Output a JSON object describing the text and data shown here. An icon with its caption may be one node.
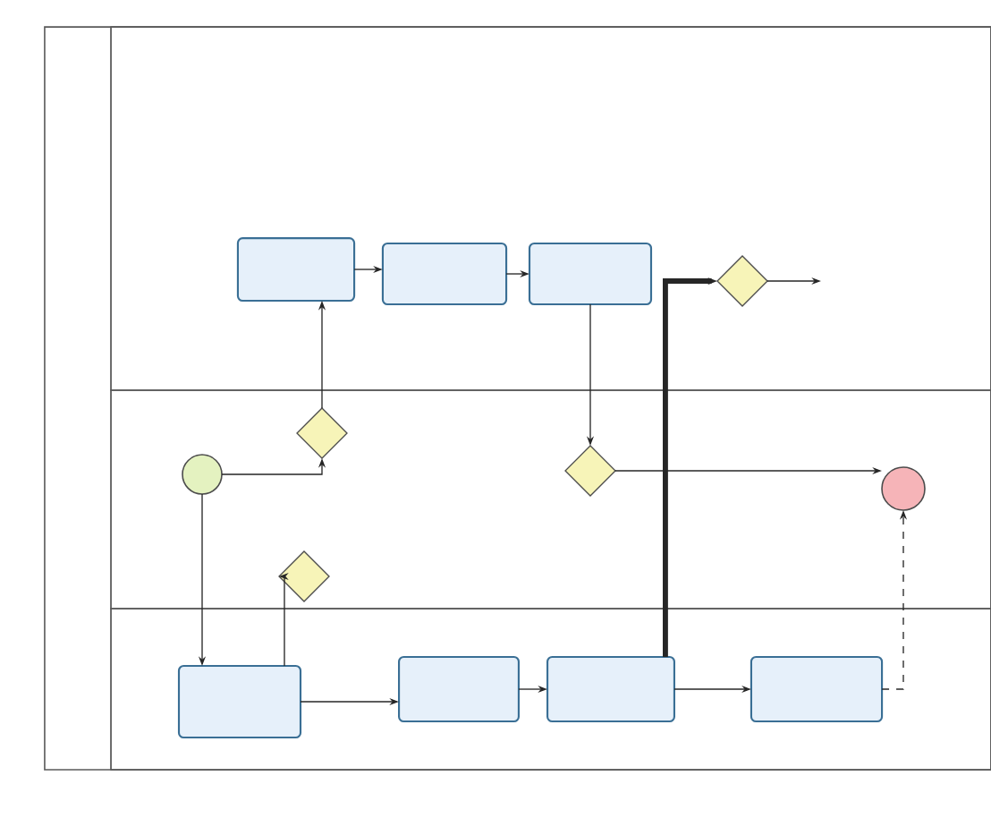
{
  "diagram": {
    "nodes": [
      {
        "text": [],
        "shape": "box"
      },
      {
        "text": [],
        "shape": "box",
        "in": 0
      },
      {
        "text": [],
        "shape": "box",
        "in": 0
      },
      {
        "text": [],
        "shape": "box",
        "in": 0
      },
      {
        "text": [],
        "shape": "box",
        "in": 1
      },
      {
        "text": [],
        "shape": "box",
        "in": 1
      },
      {
        "text": [],
        "shape": "box",
        "in": 1
      },
      {
        "text": [],
        "shape": "diamond",
        "in": 1
      },
      {
        "text": [],
        "shape": "circle",
        "in": 2
      },
      {
        "text": [],
        "shape": "diamond",
        "in": 2
      },
      {
        "text": [],
        "shape": "diamond",
        "in": 2
      },
      {
        "text": [],
        "shape": "circle",
        "in": 2
      },
      {
        "text": [],
        "shape": "diamond",
        "in": 2
      },
      {
        "text": [],
        "shape": "box",
        "in": 3
      },
      {
        "text": [],
        "shape": "box",
        "in": 3
      },
      {
        "text": [],
        "shape": "box",
        "in": 3
      },
      {
        "text": [],
        "shape": "box",
        "in": 3
      }
    ],
    "edges": [
      {
        "from": 8,
        "to": 13,
        "arrow": "to"
      },
      {
        "from": 13,
        "to": 12,
        "arrow": "to"
      },
      {
        "from": 8,
        "to": 9,
        "arrow": "to"
      },
      {
        "from": 9,
        "to": 4,
        "arrow": "to"
      },
      {
        "from": 4,
        "to": 5,
        "arrow": "to"
      },
      {
        "from": 5,
        "to": 6,
        "arrow": "to"
      },
      {
        "from": 6,
        "to": 10,
        "arrow": "to"
      },
      {
        "from": 10,
        "to": 11,
        "arrow": "to"
      },
      {
        "from": 13,
        "to": 14,
        "arrow": "to"
      },
      {
        "from": 14,
        "to": 15,
        "arrow": "to"
      },
      {
        "from": 15,
        "to": 7,
        "arrow": "to",
        "style": "thick"
      },
      {
        "from": 15,
        "to": 16,
        "arrow": "to"
      },
      {
        "from": 16,
        "to": 11,
        "arrow": "to",
        "style": "dashed"
      },
      {
        "from": 7,
        "to": null,
        "arrow": "to"
      }
    ]
  }
}
